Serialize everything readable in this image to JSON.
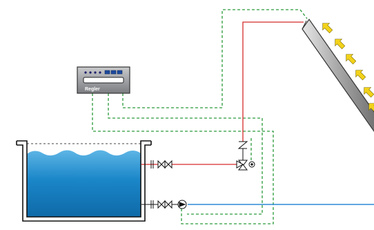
{
  "diagram": {
    "controller": {
      "brand_label": "Regler",
      "indicator_count": 4,
      "button_count": 3
    },
    "collector": {
      "sun_ray_count": 6
    },
    "colors": {
      "water": "#1a86c8",
      "water_light": "#5fb6e6",
      "hot_line": "#d52a2a",
      "cold_line": "#2b8ad6",
      "signal_line": "#2a9a3a",
      "sun_rays": "#f2d21a",
      "outline": "#111111",
      "controller_body": "#8d8f93"
    }
  }
}
